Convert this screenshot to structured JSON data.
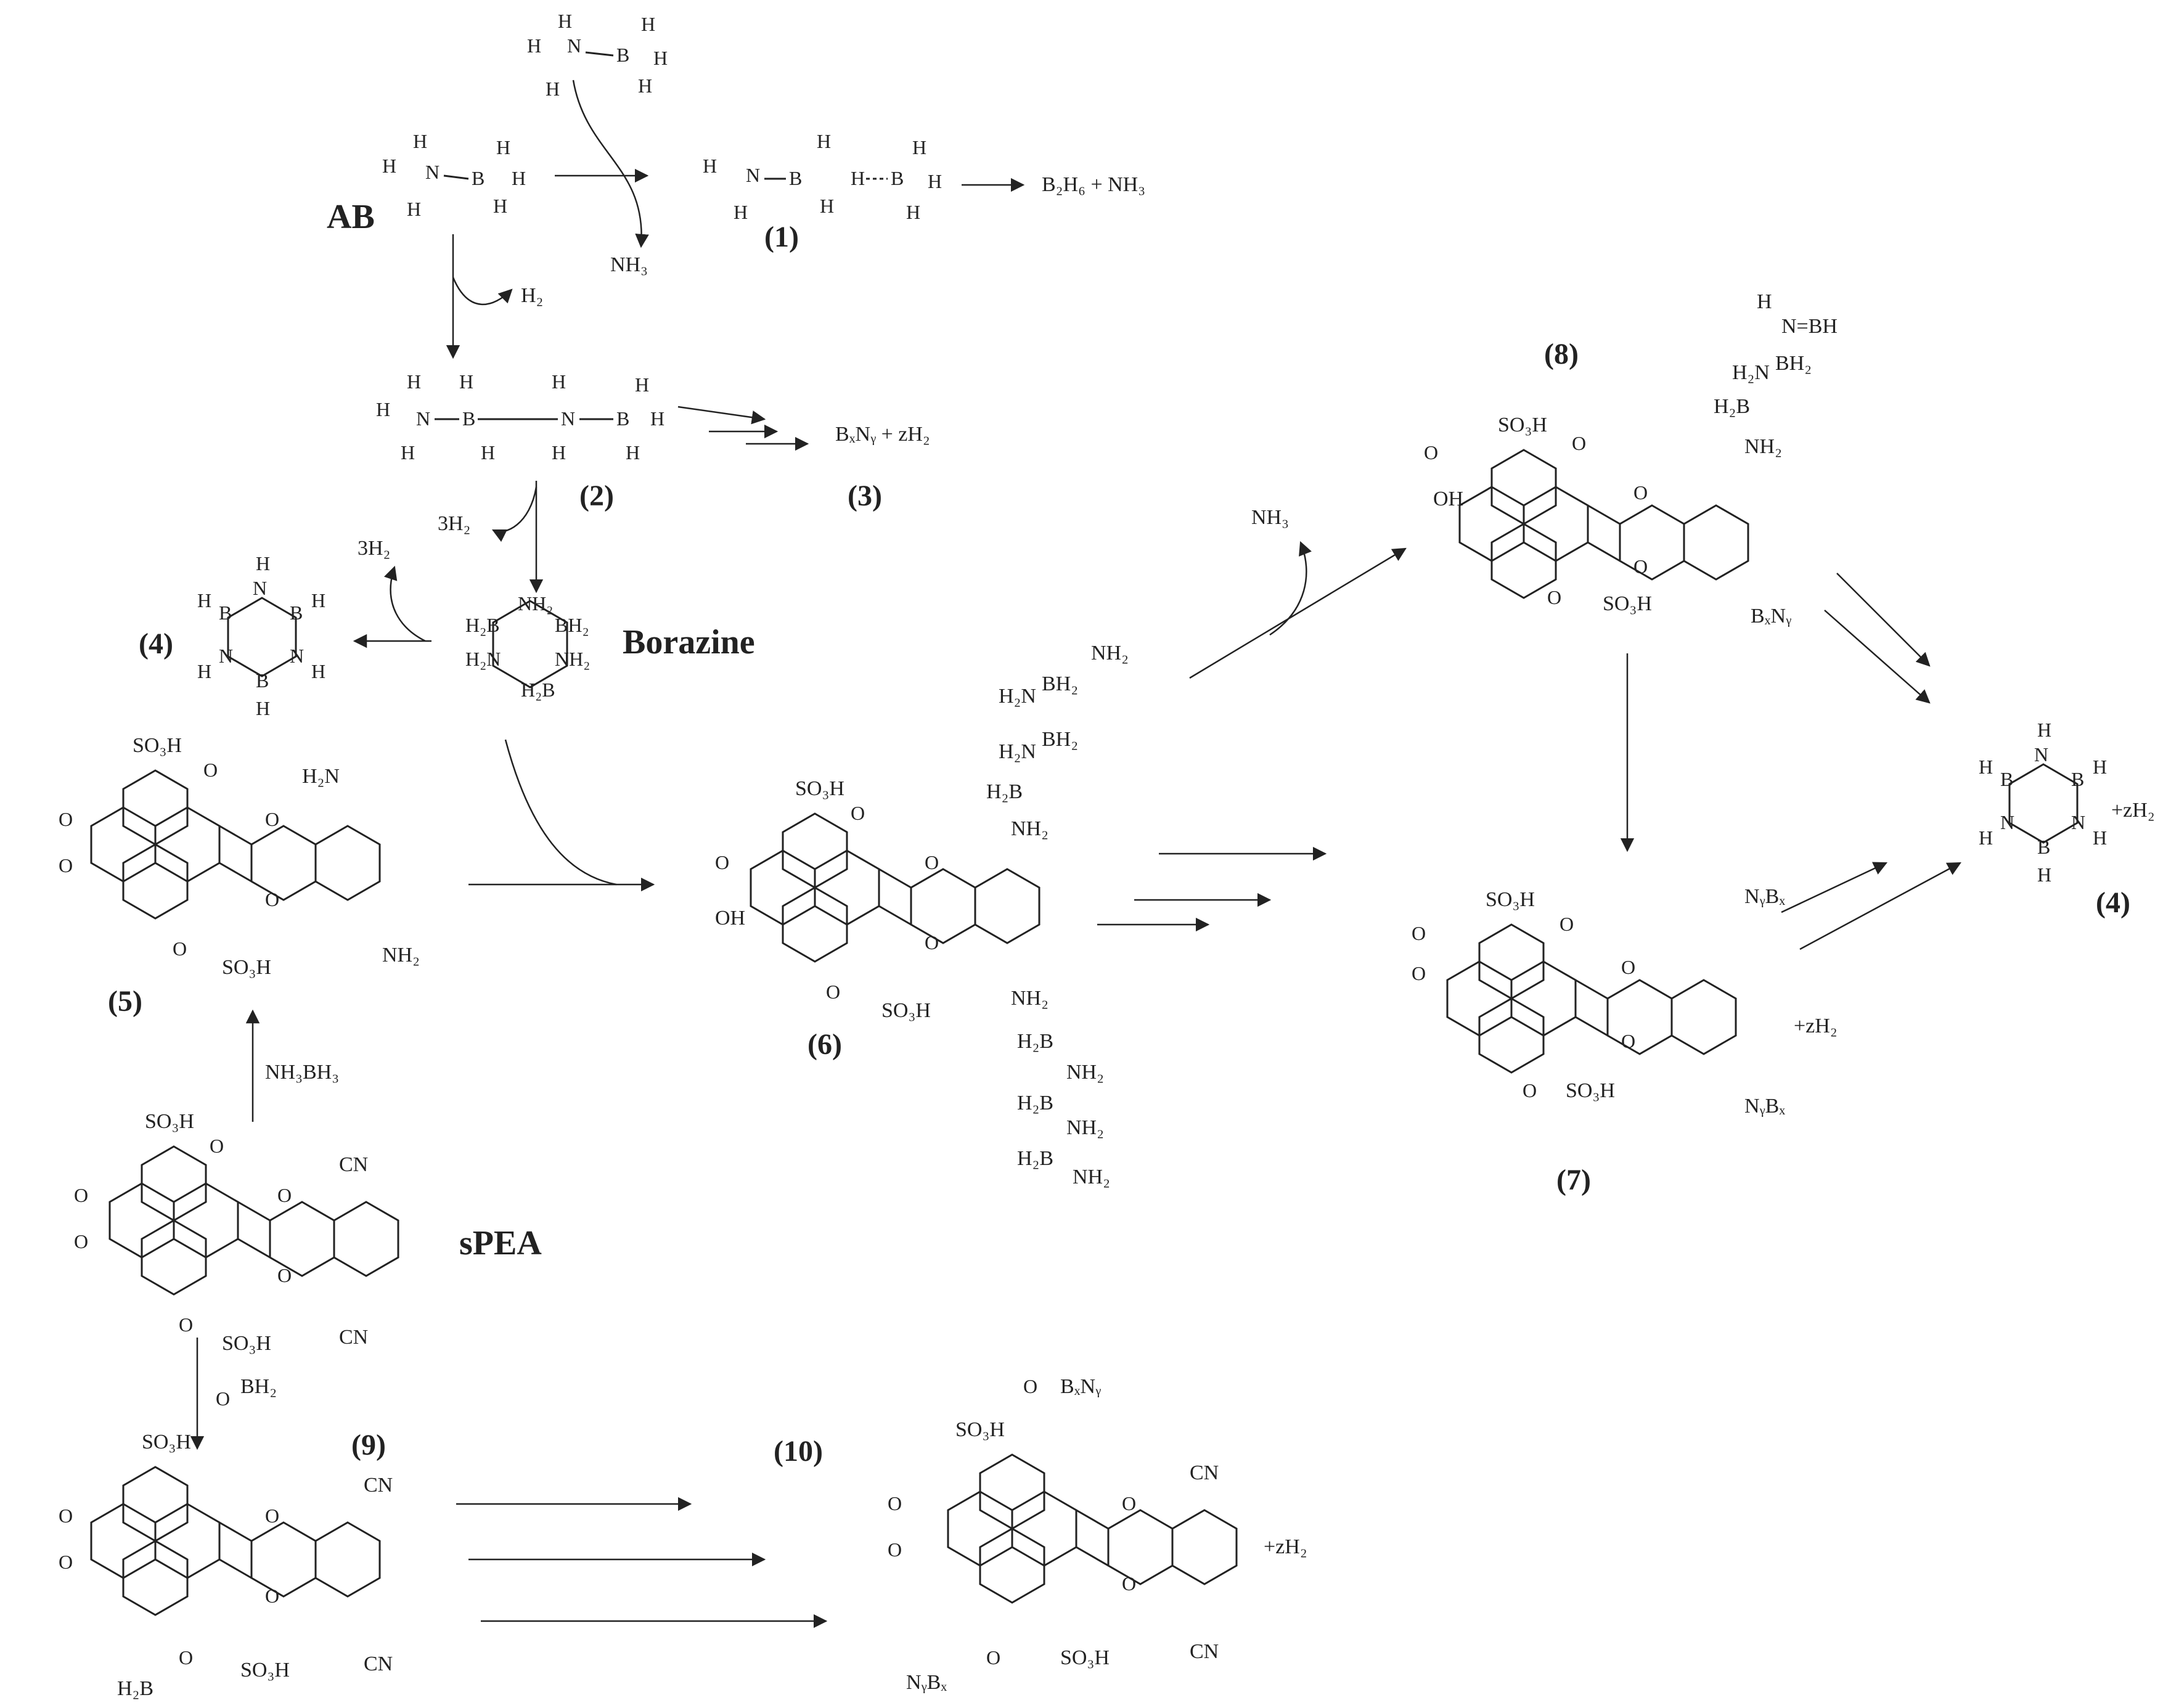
{
  "compounds": {
    "ab": "AB",
    "borazine": "Borazine",
    "spea": "sPEA",
    "c1": "(1)",
    "c2": "(2)",
    "c3": "(3)",
    "c4a": "(4)",
    "c4b": "(4)",
    "c5": "(5)",
    "c6": "(6)",
    "c7": "(7)",
    "c8": "(8)",
    "c9": "(9)",
    "c10": "(10)"
  },
  "text": {
    "b2h6_nh3": "B₂H₆ + NH₃",
    "bxny_zh2": "BₓNᵧ + zH₂",
    "nh3_a": "NH₃",
    "nh3_b": "NH₃",
    "h2": "H₂",
    "three_h2_a": "3H₂",
    "three_h2_b": "3H₂",
    "nh3bh3": "NH₃BH₃",
    "plus_zh2_4": "+zH₂",
    "plus_zh2_7": "+zH₂",
    "plus_zh2_10": "+zH₂"
  },
  "groups": {
    "so3h": "SO₃H",
    "cn": "CN",
    "nh2": "NH₂",
    "h2n": "H₂N",
    "oh": "OH",
    "o": "O",
    "bh2": "BH₂",
    "h2b": "H₂B",
    "h2bnh2": "H₂B",
    "bxny": "BₓNᵧ",
    "nybx": "NᵧBₓ",
    "nbh": "N=BH",
    "h2nbh2": "H₂N",
    "b": "B",
    "n": "N",
    "h": "H",
    "obxny": "BₓNᵧ",
    "nybxo": "NᵧBₓ"
  }
}
